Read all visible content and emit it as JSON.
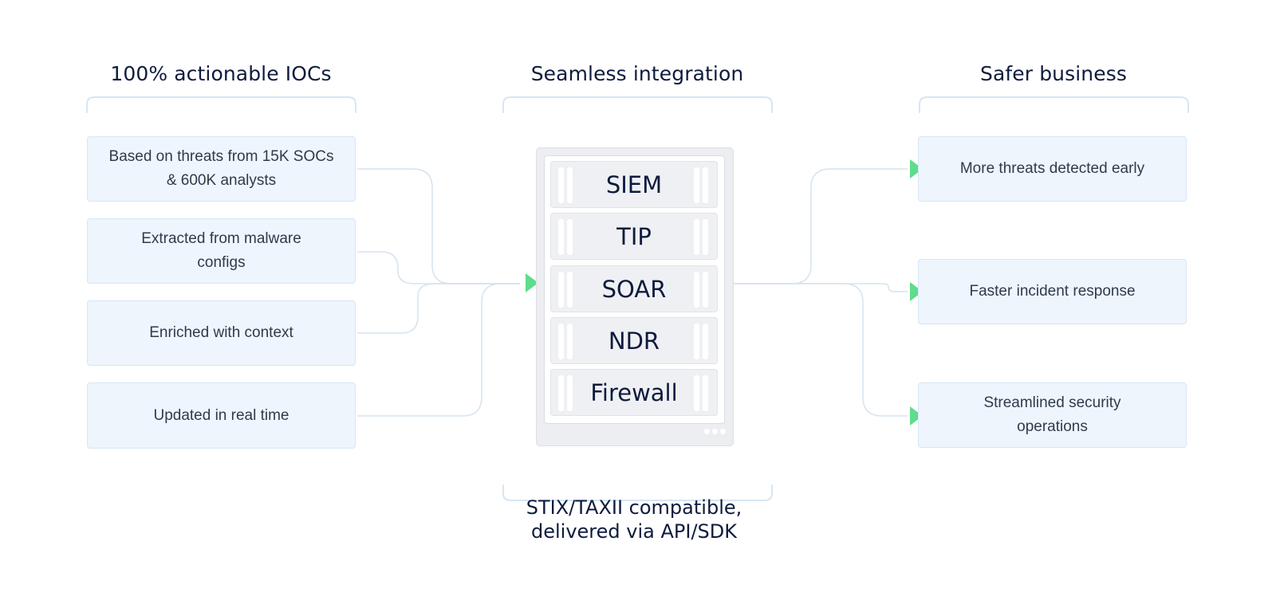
{
  "columns": {
    "left": {
      "heading": "100% actionable IOCs"
    },
    "center": {
      "heading": "Seamless integration"
    },
    "right": {
      "heading": "Safer business"
    }
  },
  "left_cards": [
    {
      "line1": "Based on threats from 15K SOCs",
      "line2": "& 600K analysts"
    },
    {
      "line1": "Extracted from malware",
      "line2": "configs"
    },
    {
      "line1": "Enriched with context"
    },
    {
      "line1": "Updated in real time"
    }
  ],
  "stack": {
    "slots": [
      "SIEM",
      "TIP",
      "SOAR",
      "NDR",
      "Firewall"
    ]
  },
  "right_cards": [
    {
      "line1": "More threats detected early"
    },
    {
      "line1": "Faster incident response"
    },
    {
      "line1": "Streamlined security",
      "line2": "operations"
    }
  ],
  "footer": {
    "line1": "STIX/TAXII compatible,",
    "line2": "delivered via API/SDK"
  },
  "colors": {
    "card_background": "#eef5fd",
    "card_border": "#d6e6f5",
    "bracket": "#d6e6f5",
    "connector": "#d6e3ee",
    "arrow": "#5fdc8c",
    "heading_text": "#0f1b3d",
    "body_text": "#2f3b4a",
    "stack_frame": "#eceef1"
  },
  "icons": {
    "flow_arrow": "green-triangle-arrow-icon",
    "slot_grip": "rack-grip-icon",
    "status_dots": "three-dots-icon"
  }
}
